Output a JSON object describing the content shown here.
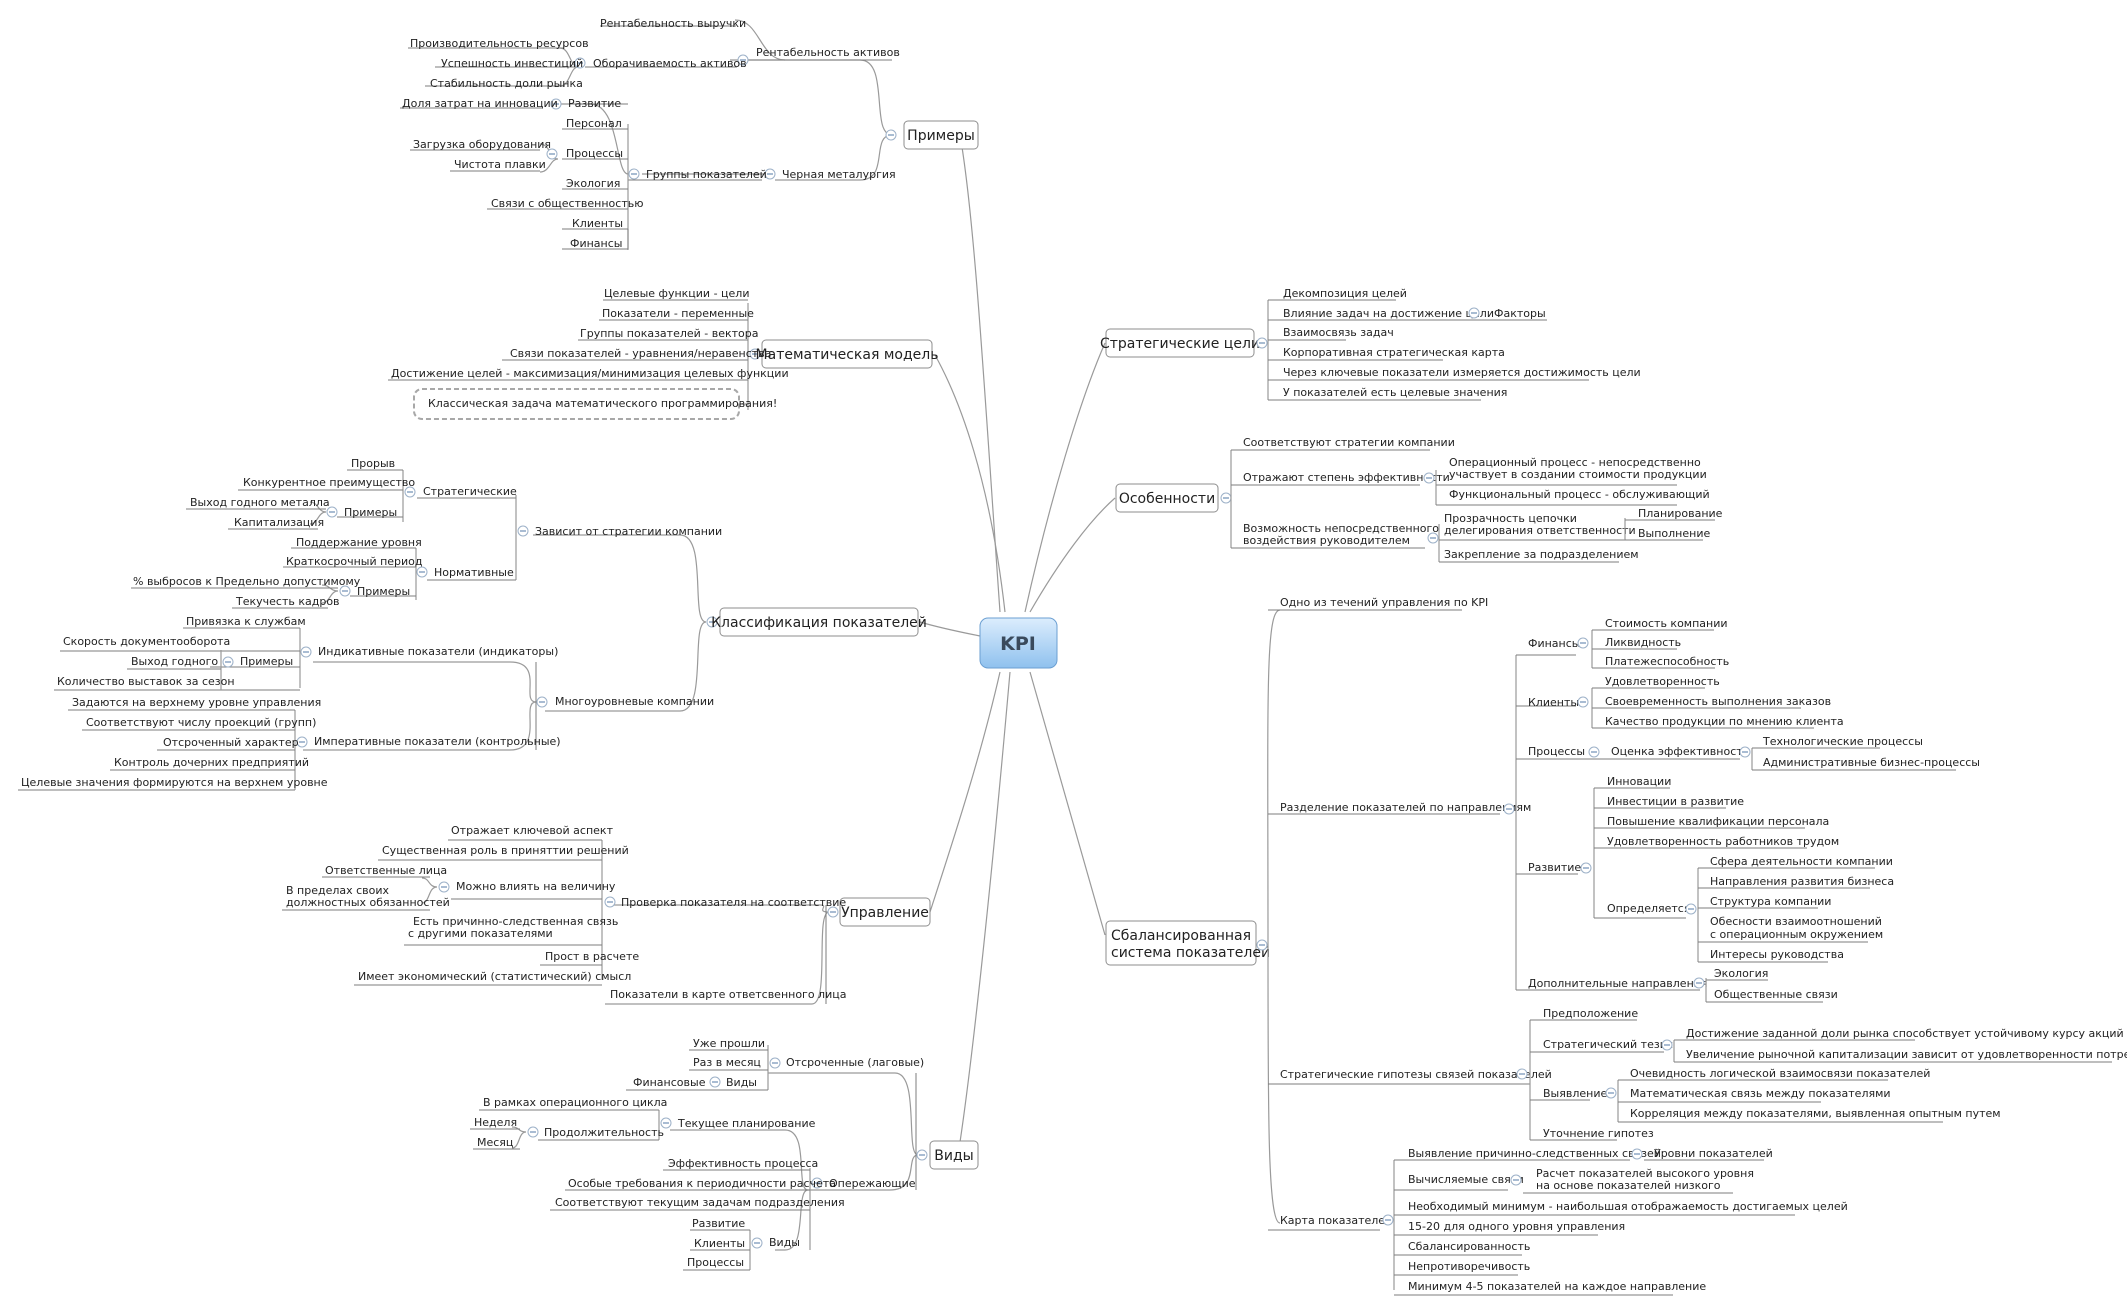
{
  "center": "KPI",
  "branches": {
    "primery": {
      "label": "Примеры",
      "rentabelnost_aktivov": "Рентабельность активов",
      "rentabelnost_vyruchki": "Рентабельность выручки",
      "oborachivaemost": "Оборачиваемость активов",
      "proizvoditelnost": "Производительность ресурсов",
      "uspeshnost": "Успешность инвестиций",
      "stabilnost": "Стабильность доли рынка",
      "chernaya": "Черная металургия",
      "gruppy": "Группы показателей",
      "razvitie": "Развитие",
      "dolya_zatrat": "Доля затрат на инновации",
      "personal": "Персонал",
      "processy": "Процессы",
      "zagruzka": "Загрузка оборудования",
      "chistota": "Чистота плавки",
      "ekologiya": "Экология",
      "svyazi": "Связи с общественностью",
      "klienty": "Клиенты",
      "finansy": "Финансы"
    },
    "mat_model": {
      "label": "Математическая модель",
      "items": [
        "Целевые функции - цели",
        "Показатели - переменные",
        "Группы показателей - вектора",
        "Связи показателей - уравнения/неравенства",
        "Достижение целей - максимизация/минимизация целевых функции"
      ],
      "note": "Классическая задача математического программирования!"
    },
    "klassifikaciya": {
      "label": "Классификация показателей",
      "zavisit": "Зависит от стратегии компании",
      "strategicheskie": "Стратегические",
      "proryv": "Прорыв",
      "konkurentnoe": "Конкурентное преимущество",
      "primery": "Примеры",
      "vyhod_metalla": "Выход годного металла",
      "kapitalizaciya": "Капитализация",
      "normativnye": "Нормативные",
      "podderzhanie": "Поддержание уровня",
      "kratkosrochny": "Краткосрочный период",
      "vybrosy": "% выбросов к Предельно допустимому",
      "tekuchest": "Текучесть кадров",
      "mnogourovnevye": "Многоуровневые компании",
      "indikativnye": "Индикативные показатели (индикаторы)",
      "privyazka": "Привязка к службам",
      "skorost": "Скорость документооборота",
      "vyhod_godnogo": "Выход годного",
      "kolichestvo": "Количество выставок за сезон",
      "imperativnye": "Императивные показатели (контрольные)",
      "zadayutsya": "Задаются на верхнему уровне управления",
      "sootvetstvuyut": "Соответствуют числу проекций (групп)",
      "otsrochenny": "Отсроченный характер",
      "kontrol": "Контроль дочерних предприятий",
      "celevye": "Целевые значения формируются на верхнем уровне"
    },
    "upravlenie": {
      "label": "Управление",
      "proverka": "Проверка показателя на соответствие",
      "otrazhaet": "Отражает ключевой аспект",
      "sushchestvennaya": "Существенная роль в приняттии решений",
      "mozhno": "Можно влиять на величину",
      "otvetstvennye": "Ответственные лица",
      "v_predelah_1": "В пределах своих",
      "v_predelah_2": "должностных обязанностей",
      "est_1": "Есть причинно-следственная связь",
      "est_2": "с другими показателями",
      "prost": "Прост в расчете",
      "imeet": "Имеет экономический (статистический) смысл",
      "v_karte": "Показатели в карте ответсвенного лица"
    },
    "vidy": {
      "label": "Виды",
      "otsrochennye": "Отсроченные (лаговые)",
      "uzhe": "Уже прошли",
      "raz": "Раз в месяц",
      "vidy_sub": "Виды",
      "finansovye": "Финансовые",
      "tekushchee": "Текущее планирование",
      "v_ramkah": "В рамках операционного цикла",
      "prodolzhitelnost": "Продолжительность",
      "nedelya": "Неделя",
      "mesyac": "Месяц",
      "operezhayushchie": "Опережающие",
      "effektivnost": "Эффективность процесса",
      "osobye": "Особые требования к периодичности расчета",
      "sootvetstvuyut": "Соответствуют текущим задачам подразделения",
      "vidy2": "Виды",
      "razvitie": "Развитие",
      "klienty": "Клиенты",
      "processy": "Процессы"
    },
    "strat_celi": {
      "label": "Стратегические цели",
      "dekompoziciya": "Декомпозиция целей",
      "vliyanie": "Влияние задач на достижение цели",
      "faktory": "Факторы",
      "vzaimosvyaz": "Взаимосвязь задач",
      "korporativnaya": "Корпоративная стратегическая карта",
      "cherez": "Через ключевые показатели измеряется достижимость цели",
      "u_pokazateley": "У показателей есть целевые значения"
    },
    "osobennosti": {
      "label": "Особенности",
      "sootvetstvuyut": "Соответствуют стратегии компании",
      "otrazhayut": "Отражают степень эффективности",
      "operacionny_1": "Операционный процесс - непосредственно",
      "operacionny_2": "участвует в создании стоимости продукции",
      "funkcionalny": "Функциональный процесс - обслуживающий",
      "vozmozhnost_1": "Возможность непосредственного",
      "vozmozhnost_2": "воздействия руководителем",
      "prozrachnost_1": "Прозрачность цепочки",
      "prozrachnost_2": "делегирования ответственности",
      "planirovanie": "Планирование",
      "vypolnenie": "Выполнение",
      "zakreplenie": "Закрепление за подразделением"
    },
    "bsc": {
      "label_1": "Сбалансированная",
      "label_2": "система показателей",
      "odno": "Одно из течений управления по KPI",
      "razdelenie": "Разделение показателей по направлениям",
      "finansy": "Финансы",
      "stoimost": "Стоимость компании",
      "likvidnost": "Ликвидность",
      "platezhesposobnost": "Платежеспособность",
      "klienty": "Клиенты",
      "udovletvorennost": "Удовлетворенность",
      "svoevremennost": "Своевременность выполнения заказов",
      "kachestvo": "Качество продукции по мнению клиента",
      "processy": "Процессы",
      "ocenka": "Оценка эффективности",
      "tehnologicheskie": "Технологические процессы",
      "administrativnye": "Административные бизнес-процессы",
      "razvitie": "Развитие",
      "innovacii": "Инновации",
      "investicii": "Инвестиции в развитие",
      "povyshenie": "Повышение квалификации персонала",
      "udovletvorennost_rab": "Удовлетворенность работников трудом",
      "opredelyaetsya": "Определяется",
      "sfera": "Сфера деятельности компании",
      "napravleniya": "Направления развития бизнеса",
      "struktura": "Структура компании",
      "obosoblennost_1": "Обесности взаимоотношений",
      "obosoblennost_2": "с операционным окружением",
      "interesy": "Интересы руководства",
      "dopolnitelnye": "Дополнительные направления",
      "ekologiya": "Экология",
      "obshchestvennye": "Общественные связи",
      "strat_gipotezy": "Стратегические гипотезы связей показателей",
      "predpolozhenie": "Предположение",
      "strat_tezis": "Стратегический тезис",
      "dostizhenie": "Достижение заданной доли рынка способствует устойчивому курсу акций",
      "uvelichenie": "Увеличение рыночной капитализации зависит от удовлетворенности потребителей",
      "vyyavlenie": "Выявление",
      "ochevidnost": "Очевидность логической взаимосвязи показателей",
      "mat_svyaz": "Математическая связь между показателями",
      "korrelyaciya": "Корреляция между показателями, выявленная опытным путем",
      "utochnenie": "Уточнение гипотез",
      "karta": "Карта показателей",
      "vyyavlenie_pss": "Выявление причинно-следственных связей",
      "urovni": "Уровни показателей",
      "vychislyaemye": "Вычисляемые связи",
      "raschet_1": "Расчет показателей высокого уровня",
      "raschet_2": "на основе показателей низкого",
      "neobhodimy": "Необходимый минимум - наибольшая отображаемость достигаемых целей",
      "n15_20": "15-20 для одного уровня управления",
      "sbalansirovannost": "Сбалансированность",
      "neprotivorechivost": "Непротиворечивость",
      "minimum": "Минимум 4-5 показателей на каждое направление"
    }
  }
}
